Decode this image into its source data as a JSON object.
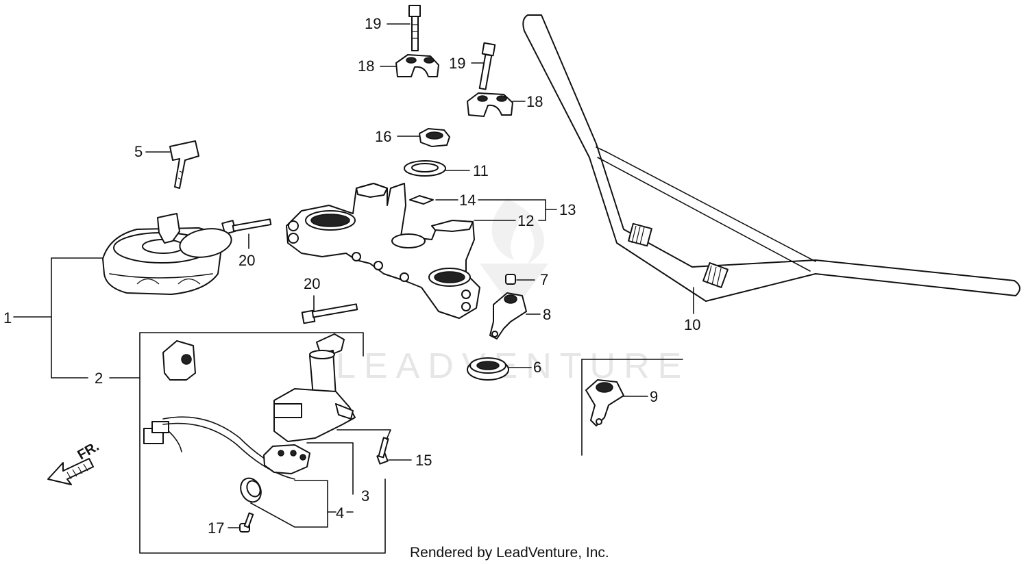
{
  "watermark": "LEADVENTURE",
  "credit": "Rendered by LeadVenture, Inc.",
  "direction_label": "FR.",
  "callouts": {
    "c1": "1",
    "c2": "2",
    "c3": "3",
    "c4": "4",
    "c5": "5",
    "c6": "6",
    "c7": "7",
    "c8": "8",
    "c9": "9",
    "c10": "10",
    "c11": "11",
    "c12": "12",
    "c13": "13",
    "c14": "14",
    "c15": "15",
    "c16": "16",
    "c17": "17",
    "c18a": "18",
    "c18b": "18",
    "c19a": "19",
    "c19b": "19",
    "c20a": "20",
    "c20b": "20"
  },
  "parts": [
    {
      "ref": "1",
      "name": "fuel-tank-cap-assembly"
    },
    {
      "ref": "2",
      "name": "ignition-switch-kit"
    },
    {
      "ref": "3",
      "name": "ignition-switch"
    },
    {
      "ref": "4",
      "name": "switch-wire-harness"
    },
    {
      "ref": "5",
      "name": "key"
    },
    {
      "ref": "6",
      "name": "grommet"
    },
    {
      "ref": "7",
      "name": "nut"
    },
    {
      "ref": "8",
      "name": "cable-guide"
    },
    {
      "ref": "9",
      "name": "cable-guide"
    },
    {
      "ref": "10",
      "name": "handlebar"
    },
    {
      "ref": "11",
      "name": "washer"
    },
    {
      "ref": "12",
      "name": "top-bridge"
    },
    {
      "ref": "13",
      "name": "top-bridge-assembly"
    },
    {
      "ref": "14",
      "name": "plate"
    },
    {
      "ref": "15",
      "name": "screw"
    },
    {
      "ref": "16",
      "name": "steering-stem-nut"
    },
    {
      "ref": "17",
      "name": "screw"
    },
    {
      "ref": "18",
      "name": "handlebar-upper-holder"
    },
    {
      "ref": "19",
      "name": "bolt"
    },
    {
      "ref": "20",
      "name": "bolt"
    }
  ]
}
